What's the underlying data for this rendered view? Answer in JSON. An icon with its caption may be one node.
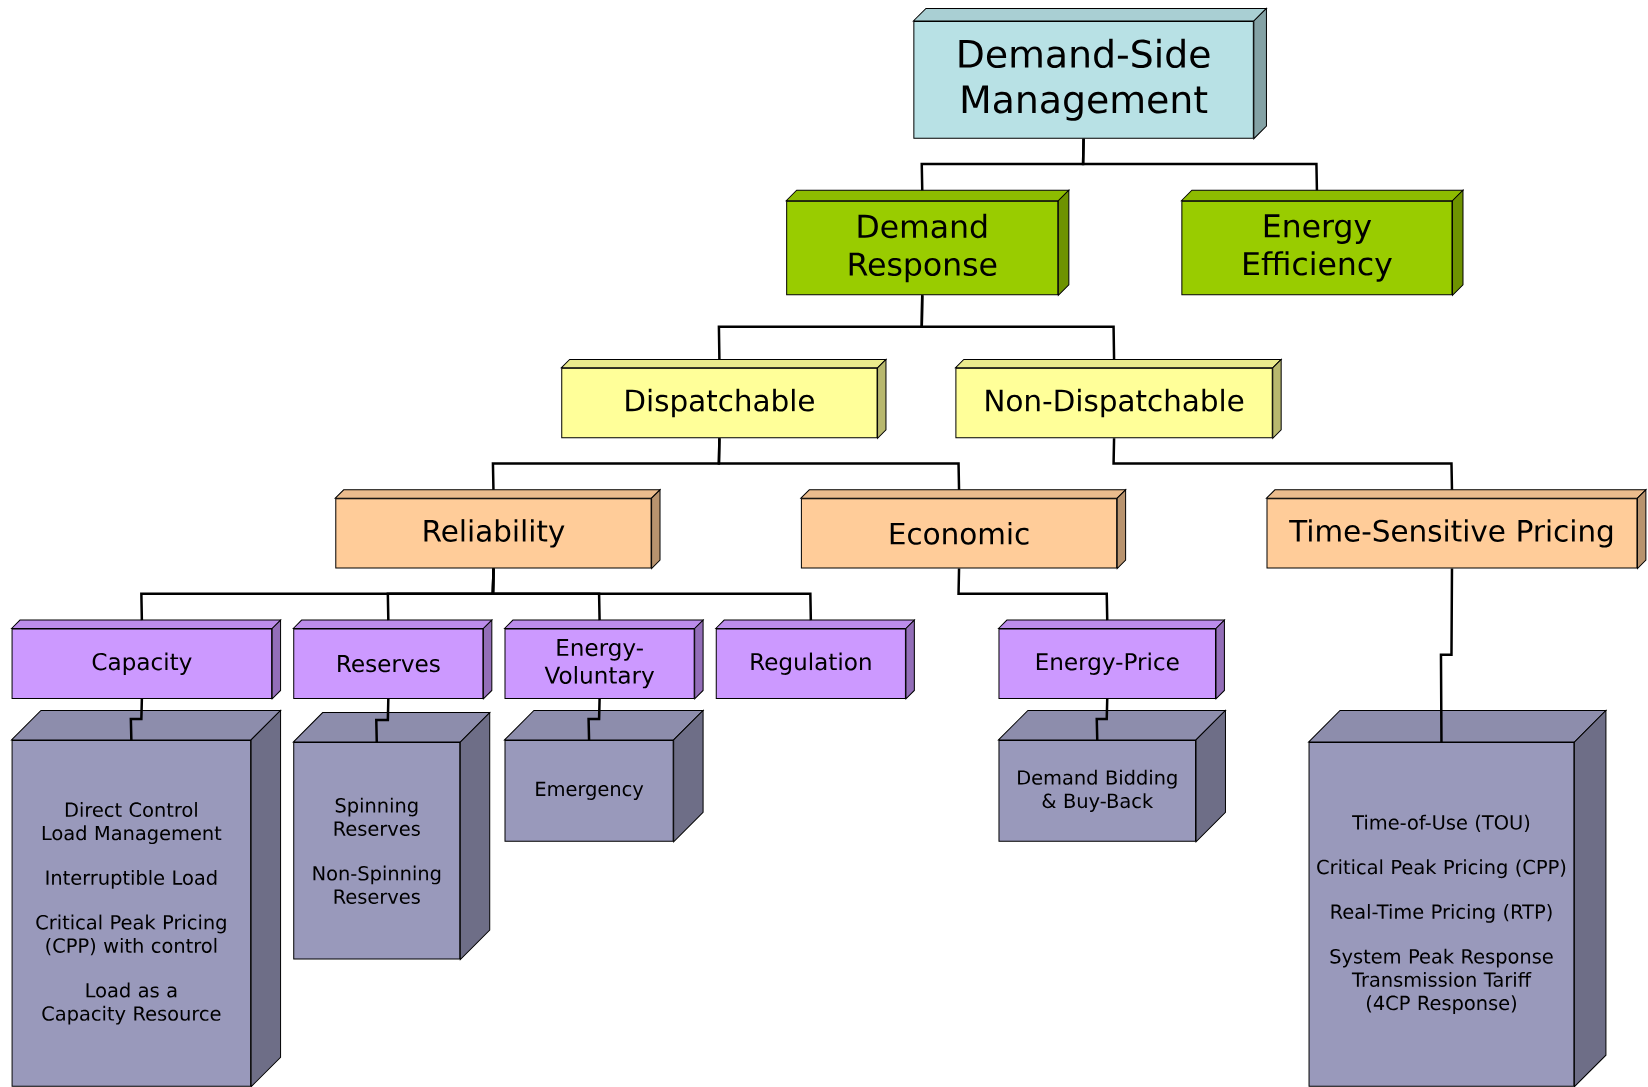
{
  "diagram": {
    "nodes": [
      {
        "text": [
          "Demand-Side Management"
        ]
      },
      {
        "text": [
          "Demand Response"
        ]
      },
      {
        "text": [
          "Energy Efficiency"
        ]
      },
      {
        "text": [
          "Dispatchable"
        ]
      },
      {
        "text": [
          "Non-Dispatchable"
        ]
      },
      {
        "text": [
          "Reliability"
        ]
      },
      {
        "text": [
          "Economic"
        ]
      },
      {
        "text": [
          "Time-Sensitive Pricing"
        ]
      },
      {
        "text": [
          "Capacity"
        ]
      },
      {
        "text": [
          "Reserves"
        ]
      },
      {
        "text": [
          "Energy-Voluntary"
        ]
      },
      {
        "text": [
          "Regulation"
        ]
      },
      {
        "text": [
          "Energy-Price"
        ]
      },
      {
        "text": [
          "Direct Control Load Management",
          "Interruptible Load",
          "Critical Peak Pricing (CPP) with control",
          "Load as a Capacity Resource"
        ]
      },
      {
        "text": [
          "Spinning Reserves",
          "Non-Spinning Reserves"
        ]
      },
      {
        "text": [
          "Emergency"
        ]
      },
      {
        "text": [
          "Demand Bidding & Buy-Back"
        ]
      },
      {
        "text": [
          "Time-of-Use (TOU)",
          "Critical Peak Pricing (CPP)",
          "Real-Time Pricing (RTP)",
          "System Peak Response Transmission Tariff (4CP Response)"
        ]
      }
    ],
    "edges": [
      {
        "from": 0,
        "to": 1,
        "arrow": "none"
      },
      {
        "from": 0,
        "to": 2,
        "arrow": "none"
      },
      {
        "from": 1,
        "to": 3,
        "arrow": "none"
      },
      {
        "from": 1,
        "to": 4,
        "arrow": "none"
      },
      {
        "from": 3,
        "to": 5,
        "arrow": "none"
      },
      {
        "from": 3,
        "to": 6,
        "arrow": "none"
      },
      {
        "from": 4,
        "to": 7,
        "arrow": "none"
      },
      {
        "from": 5,
        "to": 8,
        "arrow": "none"
      },
      {
        "from": 5,
        "to": 9,
        "arrow": "none"
      },
      {
        "from": 5,
        "to": 10,
        "arrow": "none"
      },
      {
        "from": 5,
        "to": 11,
        "arrow": "none"
      },
      {
        "from": 6,
        "to": 12,
        "arrow": "none"
      },
      {
        "from": 8,
        "to": 13,
        "arrow": "none"
      },
      {
        "from": 9,
        "to": 14,
        "arrow": "none"
      },
      {
        "from": 10,
        "to": 15,
        "arrow": "none"
      },
      {
        "from": 12,
        "to": 16,
        "arrow": "none"
      },
      {
        "from": 7,
        "to": 17,
        "arrow": "none"
      }
    ]
  }
}
